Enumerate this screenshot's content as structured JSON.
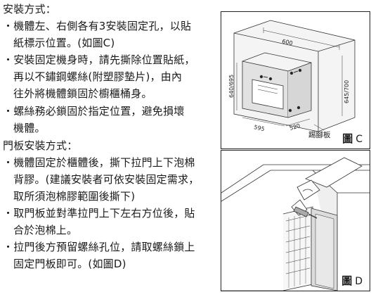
{
  "install_section": {
    "heading": "安裝方式：",
    "bullet_marker": "・",
    "b1_line1": "機體左、右側各有3安裝固定孔，以貼",
    "b1_line2": "紙標示位置。(如圖C)",
    "b2_line1": "安裝固定機身時，請先撕除位置貼紙，",
    "b2_line2": "再以不鏽鋼螺絲(附塑膠墊片)，由內",
    "b2_line3": "往外將機體鎖固於櫥櫃桶身。",
    "b3_line1": "螺絲務必鎖固於指定位置，避免損壞",
    "b3_line2": "機體。"
  },
  "door_section": {
    "heading": "門板安裝方式：",
    "bullet_marker": "・",
    "b1_line1": "機體固定於櫃體後，撕下拉門上下泡棉",
    "b1_line2": "背膠。(建議安裝者可依安裝固定需求，",
    "b1_line3": "取所須泡棉膠範圍後撕下)",
    "b2_line1": "取門板並對準拉門上下左右方位後，貼",
    "b2_line2": "合於泡棉上。",
    "b3_line1": "拉門後方預留螺絲孔位，請取螺絲鎖上",
    "b3_line2": "固定門板即可。(如圖D)"
  },
  "figure_c": {
    "label_char": "圖",
    "label_letter": "C",
    "dim_top": "600",
    "dim_left": "640/695",
    "dim_right": "645/700",
    "dim_bottom_left": "595",
    "dim_bottom_right": "520",
    "kick_label": "踢腳板"
  },
  "figure_d": {
    "label_char": "圖",
    "label_letter": "D"
  }
}
